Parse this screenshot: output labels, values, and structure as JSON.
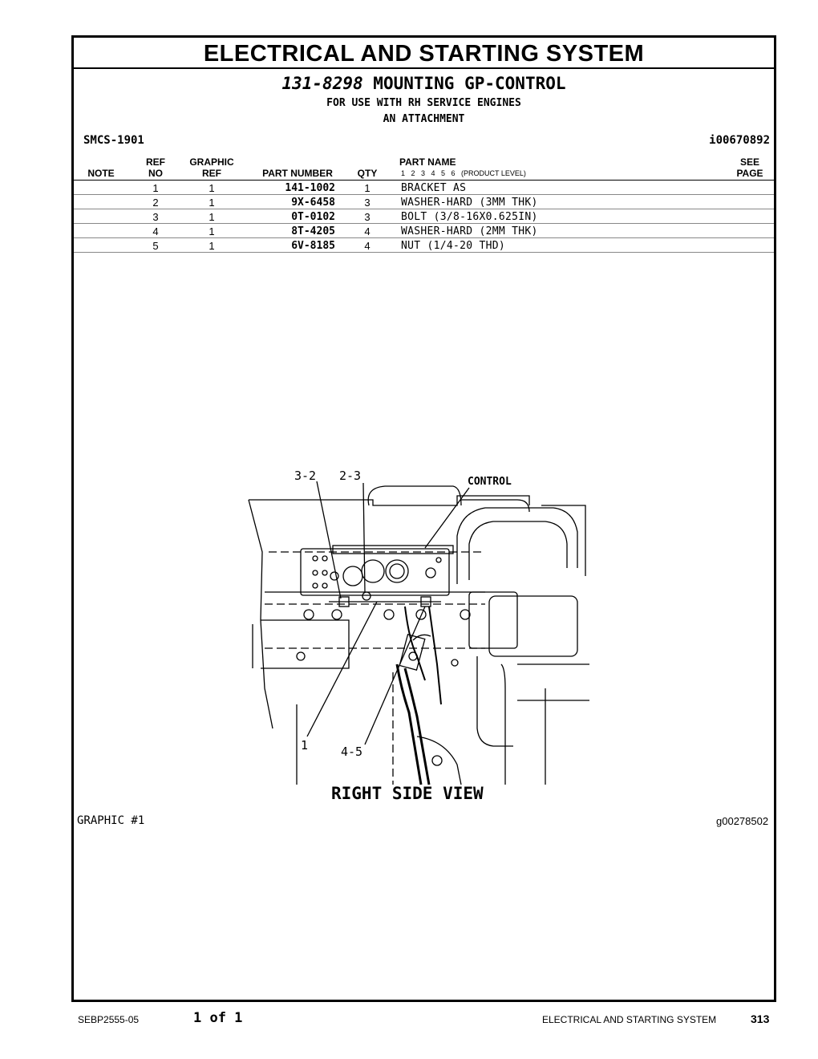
{
  "header": {
    "section_title": "ELECTRICAL AND STARTING SYSTEM",
    "part_number": "131-8298",
    "part_title": "MOUNTING GP-CONTROL",
    "line1": "FOR USE WITH RH SERVICE ENGINES",
    "line2": "AN ATTACHMENT",
    "smcs": "SMCS-1901",
    "doc_id": "i00670892"
  },
  "table": {
    "headers": {
      "note": "NOTE",
      "ref_top": "REF",
      "ref_bottom": "NO",
      "graphic_top": "GRAPHIC",
      "graphic_bottom": "REF",
      "part_number": "PART NUMBER",
      "qty": "QTY",
      "part_name": "PART NAME",
      "product_level": "1   2   3   4   5   6   (PRODUCT LEVEL)",
      "see_top": "SEE",
      "see_bottom": "PAGE"
    },
    "rows": [
      {
        "ref": "1",
        "graphic": "1",
        "part_number": "141-1002",
        "qty": "1",
        "name": "BRACKET AS"
      },
      {
        "ref": "2",
        "graphic": "1",
        "part_number": "9X-6458",
        "qty": "3",
        "name": "WASHER-HARD (3MM THK)"
      },
      {
        "ref": "3",
        "graphic": "1",
        "part_number": "0T-0102",
        "qty": "3",
        "name": "BOLT (3/8-16X0.625IN)"
      },
      {
        "ref": "4",
        "graphic": "1",
        "part_number": "8T-4205",
        "qty": "4",
        "name": "WASHER-HARD (2MM THK)"
      },
      {
        "ref": "5",
        "graphic": "1",
        "part_number": "6V-8185",
        "qty": "4",
        "name": "NUT (1/4-20 THD)"
      }
    ]
  },
  "drawing": {
    "callout_1": "3-2",
    "callout_2": "2-3",
    "callout_3": "CONTROL",
    "callout_4": "1",
    "callout_5": "4-5",
    "view_label": "RIGHT SIDE VIEW"
  },
  "graphic": {
    "label": "GRAPHIC #1",
    "id": "g00278502"
  },
  "footer": {
    "doc": "SEBP2555-05",
    "page_of": "1 of 1",
    "section": "ELECTRICAL AND STARTING SYSTEM",
    "page": "313"
  }
}
